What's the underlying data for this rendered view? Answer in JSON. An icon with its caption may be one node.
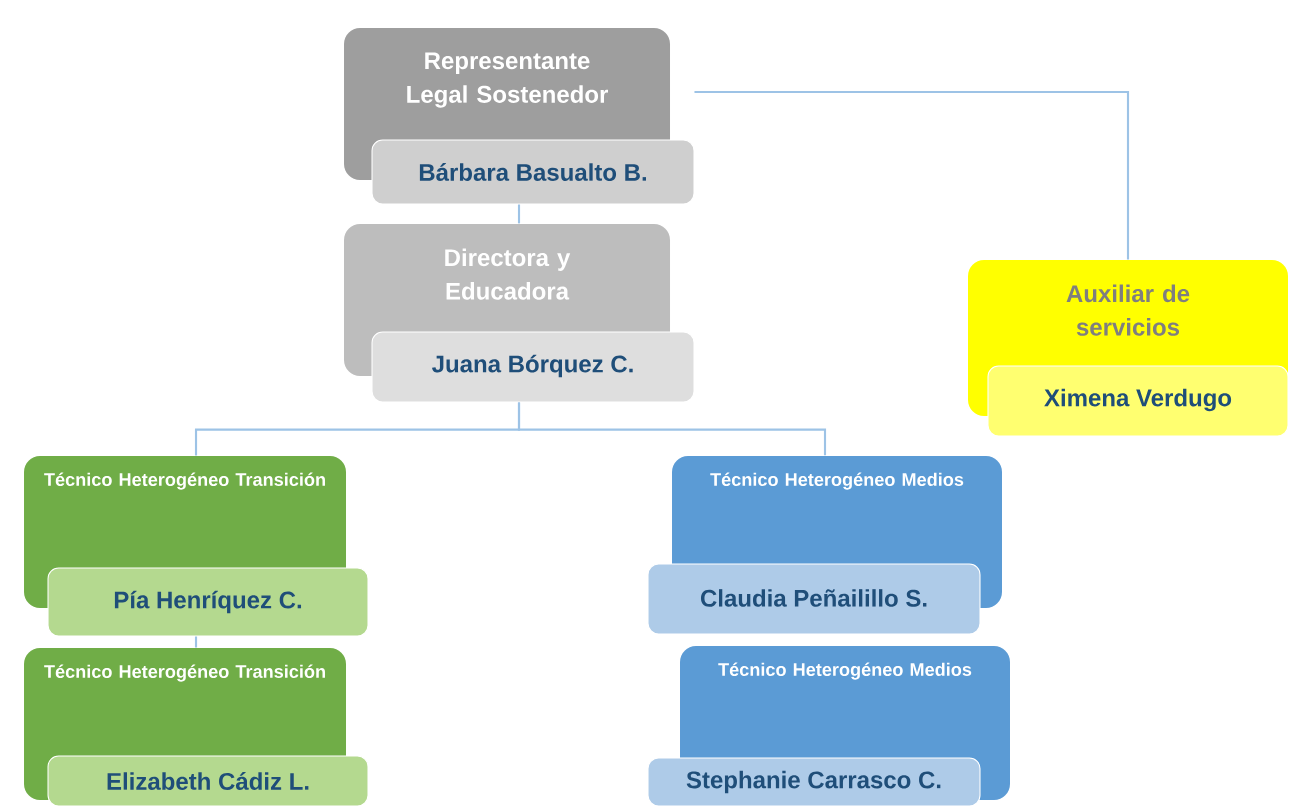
{
  "diagram": {
    "nodes": [
      {
        "text": [
          "Representante Legal Sostenedor",
          "Bárbara Basualto B."
        ]
      },
      {
        "text": [
          "Directora y Educadora",
          "Juana Bórquez C."
        ]
      },
      {
        "text": [
          "Auxiliar de servicios",
          "Ximena Verdugo"
        ]
      },
      {
        "text": [
          "Técnico Heterogéneo Transición",
          "Pía Henríquez C."
        ]
      },
      {
        "text": [
          "Técnico Heterogéneo Medios",
          "Claudia Peñailillo S."
        ]
      },
      {
        "text": [
          "Técnico Heterogéneo Transición",
          "Elizabeth Cádiz L."
        ]
      },
      {
        "text": [
          "Técnico Heterogéneo Medios",
          "Stephanie Carrasco C."
        ]
      }
    ],
    "edges": [
      {
        "from": 0,
        "to": 1,
        "arrow": "none"
      },
      {
        "from": 0,
        "to": 2,
        "arrow": "none"
      },
      {
        "from": 1,
        "to": 3,
        "arrow": "none"
      },
      {
        "from": 1,
        "to": 4,
        "arrow": "none"
      },
      {
        "from": 3,
        "to": 5,
        "arrow": "none"
      }
    ]
  }
}
